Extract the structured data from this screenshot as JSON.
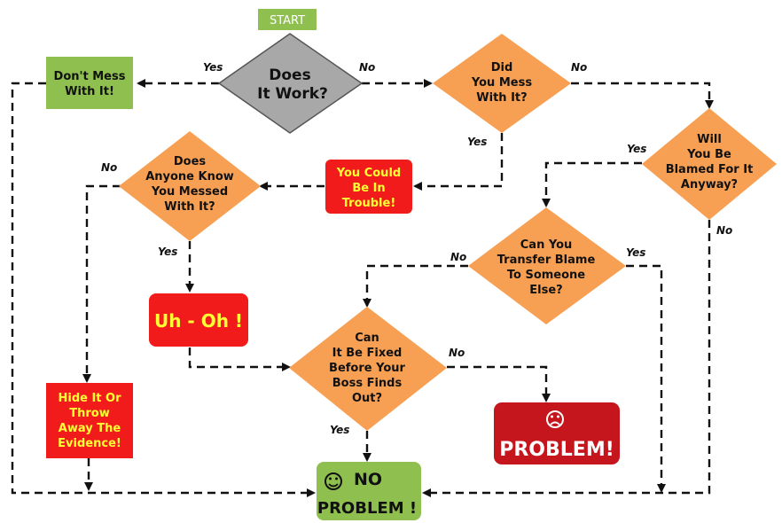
{
  "start": "START",
  "nodes": {
    "does_it_work": [
      "Does",
      "It Work?"
    ],
    "dont_mess": [
      "Don't Mess",
      "With It!"
    ],
    "did_you_mess": [
      "Did",
      "You Mess",
      "With It?"
    ],
    "will_blamed": [
      "Will",
      "You Be",
      "Blamed For It",
      "Anyway?"
    ],
    "could_be_trouble": [
      "You Could",
      "Be In",
      "Trouble!"
    ],
    "anyone_know": [
      "Does",
      "Anyone Know",
      "You Messed",
      "With It?"
    ],
    "transfer_blame": [
      "Can You",
      "Transfer Blame",
      "To Someone",
      "Else?"
    ],
    "uh_oh": "Uh - Oh !",
    "can_fixed": [
      "Can",
      "It Be Fixed",
      "Before Your",
      "Boss Finds",
      "Out?"
    ],
    "hide_it": [
      "Hide It Or",
      "Throw",
      "Away The",
      "Evidence!"
    ],
    "problem": "PROBLEM!",
    "no_problem": [
      "NO",
      "PROBLEM !"
    ]
  },
  "edge_labels": {
    "yes1": "Yes",
    "no1": "No",
    "no2": "No",
    "yes2": "Yes",
    "yes3": "Yes",
    "no3": "No",
    "no4": "No",
    "yes4": "Yes",
    "no5": "No",
    "yes5": "Yes",
    "no6": "No",
    "yes6": "Yes"
  },
  "colors": {
    "decision_orange": "#f7a054",
    "decision_gray": "#a8a8a8",
    "green": "#8fbf4f",
    "red_box": "#f21b1b",
    "dark_red": "#c4161c",
    "yellow_text": "#ffff33"
  },
  "icons": {
    "problem": "sad-face-icon",
    "no_problem": "smiley-face-icon"
  }
}
